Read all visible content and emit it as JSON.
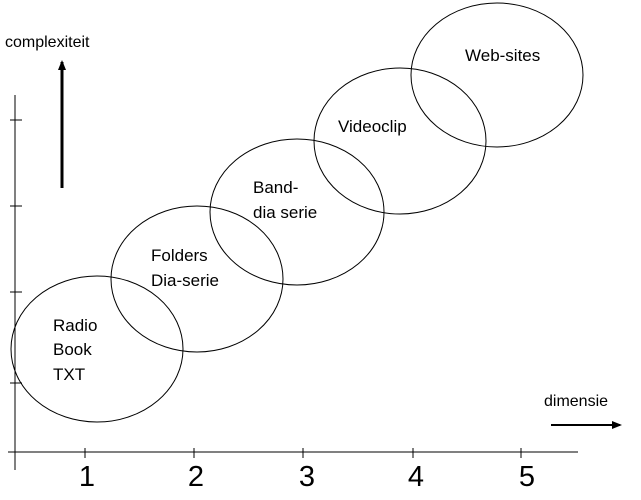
{
  "axes": {
    "y_title": "complexiteit",
    "x_title": "dimensie",
    "x_ticks": [
      "1",
      "2",
      "3",
      "4",
      "5"
    ]
  },
  "stages": [
    {
      "lines": [
        "Radio",
        "Book",
        "TXT"
      ]
    },
    {
      "lines": [
        "Folders",
        "Dia-serie"
      ]
    },
    {
      "lines": [
        "Band-",
        "dia serie"
      ]
    },
    {
      "lines": [
        "Videoclip"
      ]
    },
    {
      "lines": [
        "Web-sites"
      ]
    }
  ],
  "colors": {
    "ink": "#000000",
    "background": "#ffffff"
  }
}
